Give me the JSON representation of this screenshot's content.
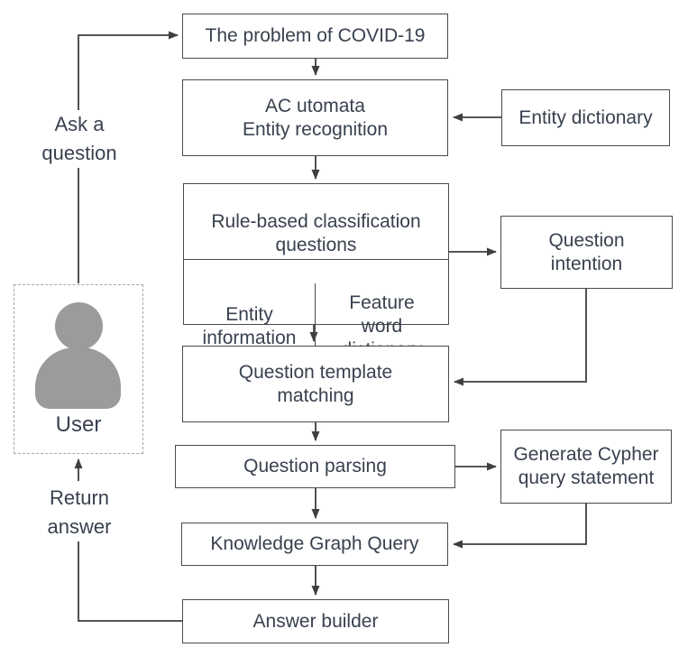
{
  "diagram": {
    "nodes": {
      "problem": {
        "label": "The problem of COVID-19"
      },
      "entity_recognition": {
        "label": "AC utomata\nEntity recognition"
      },
      "entity_dictionary": {
        "label": "Entity dictionary"
      },
      "classification": {
        "label": "Rule-based classification\nquestions"
      },
      "entity_information": {
        "label": "Entity\ninformation"
      },
      "feature_word_dictionary": {
        "label": "Feature\nword\ndictionary"
      },
      "question_intention": {
        "label": "Question\nintention"
      },
      "template_matching": {
        "label": "Question template\nmatching"
      },
      "question_parsing": {
        "label": "Question parsing"
      },
      "generate_cypher": {
        "label": "Generate Cypher\nquery statement"
      },
      "knowledge_graph_query": {
        "label": "Knowledge Graph Query"
      },
      "answer_builder": {
        "label": "Answer builder"
      }
    },
    "actor": {
      "label": "User",
      "icon": "person-icon"
    },
    "edge_labels": {
      "ask": "Ask a\nquestion",
      "return": "Return\nanswer"
    },
    "colors": {
      "box_border": "#4a4a4a",
      "arrow": "#3f3f3f",
      "text": "#39414f",
      "actor_icon": "#9b9b9b",
      "dashed_border": "#a6a6a6",
      "background": "#ffffff"
    }
  }
}
